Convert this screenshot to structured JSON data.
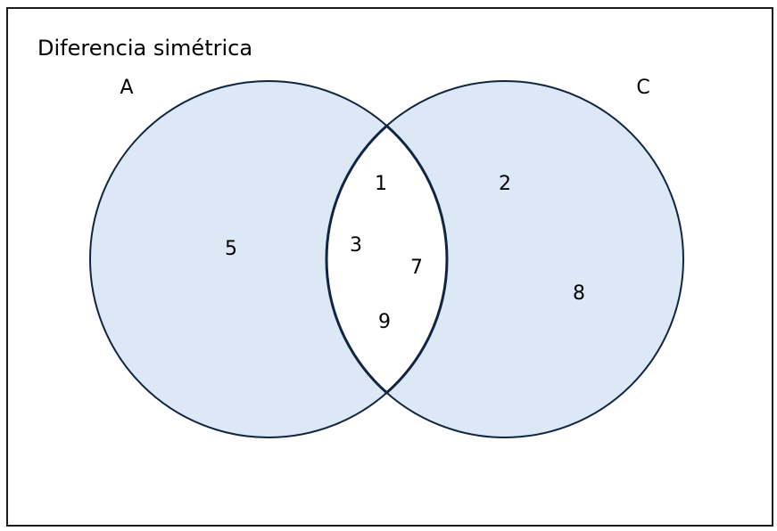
{
  "title": "Diferencia simétrica",
  "sets": [
    {
      "name": "A",
      "only": [
        "5"
      ]
    },
    {
      "name": "C",
      "only": [
        "2",
        "8"
      ]
    }
  ],
  "intersection": [
    "1",
    "3",
    "7",
    "9"
  ],
  "colors": {
    "fill": "#dce8f5",
    "stroke": "#0f2540",
    "frame": "#1a1a1a",
    "intersection_fill": "#ffffff"
  }
}
